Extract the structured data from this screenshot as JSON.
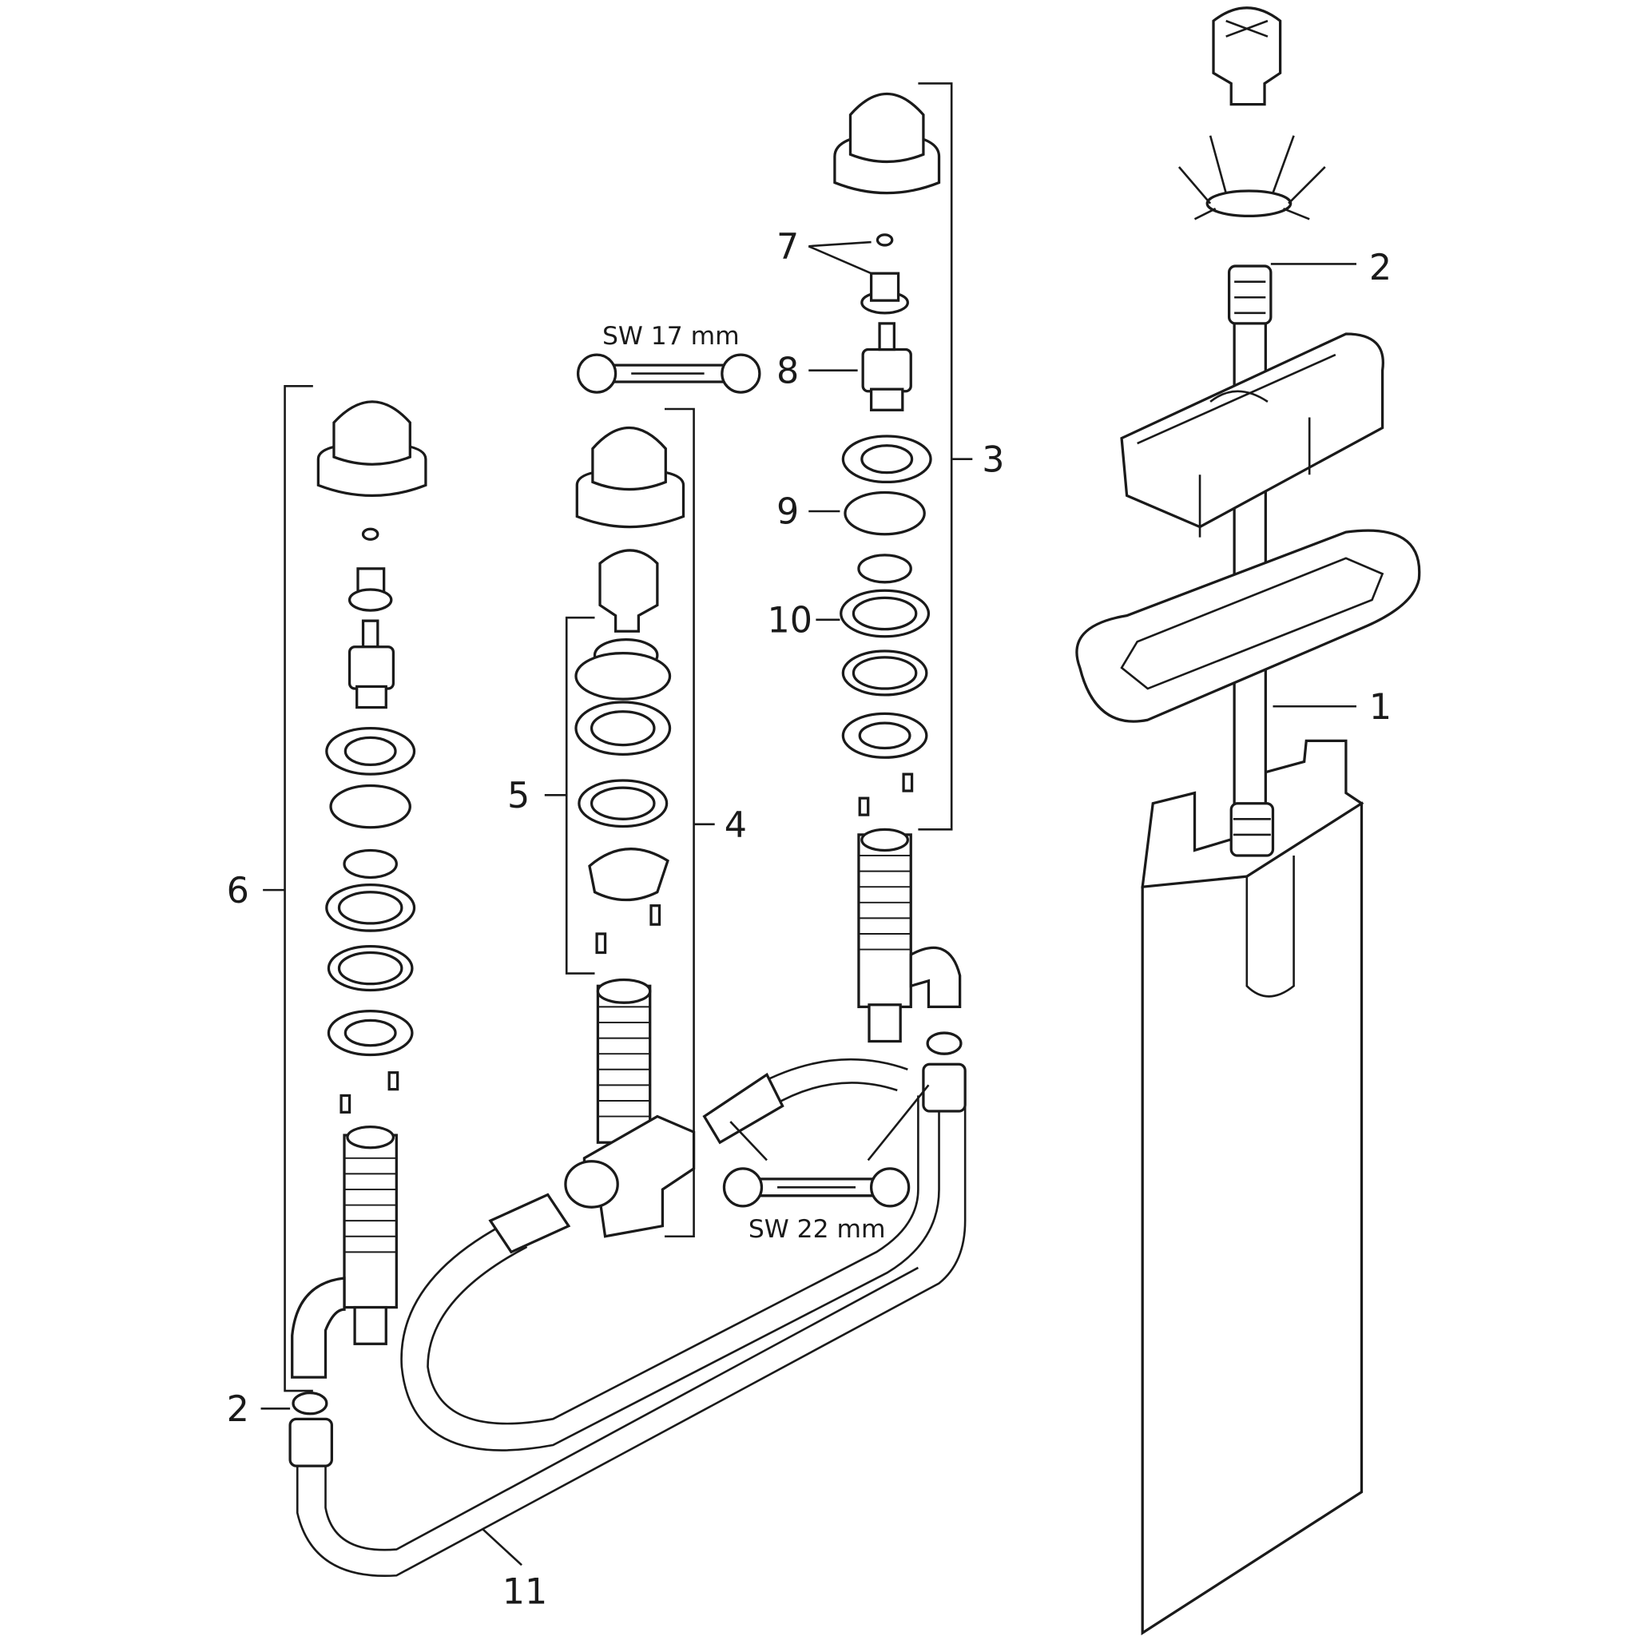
{
  "callouts": {
    "p1": "1",
    "p2_top": "2",
    "p2_bottom": "2",
    "p3": "3",
    "p4": "4",
    "p5": "5",
    "p6": "6",
    "p7": "7",
    "p8": "8",
    "p9": "9",
    "p10": "10",
    "p11": "11"
  },
  "tools": {
    "wrench_small": "SW 17 mm",
    "wrench_large": "SW 22 mm"
  }
}
